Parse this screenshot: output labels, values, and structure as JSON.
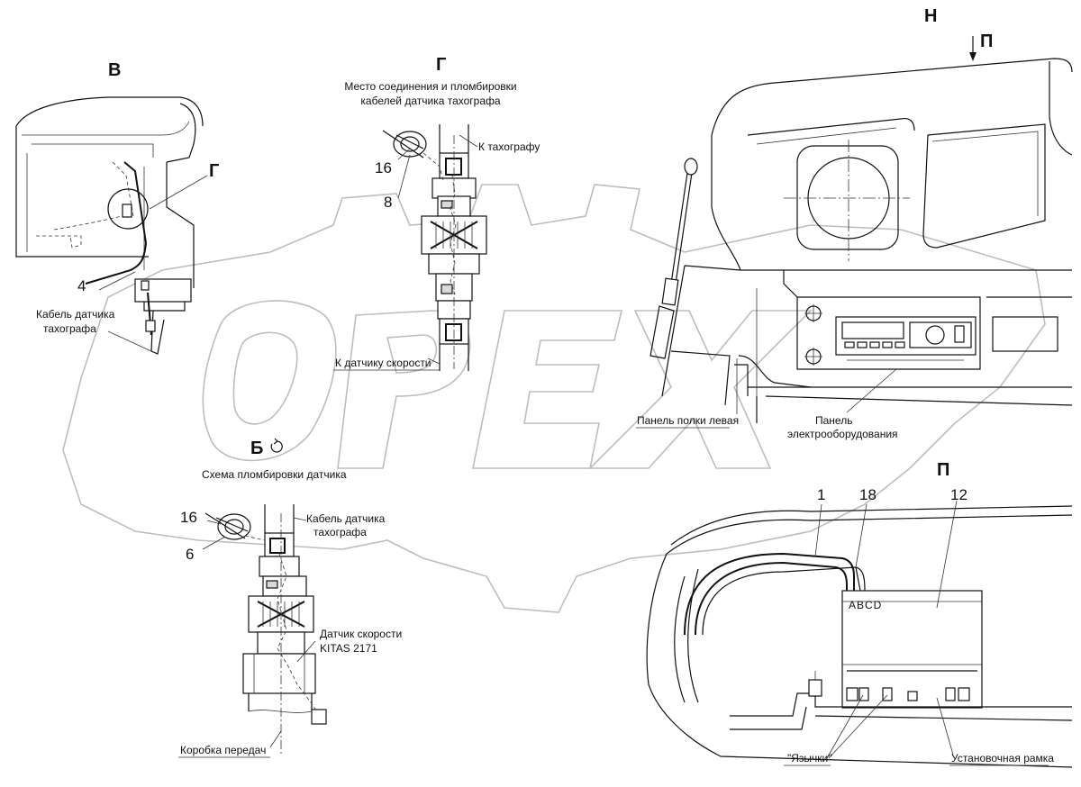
{
  "views": {
    "v": "В",
    "g": "Г",
    "n": "Н",
    "p_arrow": "П",
    "p": "П",
    "b": "Б"
  },
  "captions": {
    "g_title_line1": "Место соединения и пломбировки",
    "g_title_line2": "кабелей датчика тахографа",
    "to_tachograph": "К тахографу",
    "to_speed_sensor": "К датчику скорости",
    "cable_left_line1": "Кабель датчика",
    "cable_left_line2": "тахографа",
    "scheme": "Схема пломбировки датчика",
    "cable_b_line1": "Кабель датчика",
    "cable_b_line2": "тахографа",
    "speed_sensor_line1": "Датчик скорости",
    "speed_sensor_line2": "KITAS 2171",
    "gearbox": "Коробка передач",
    "shelf_panel_left": "Панель полки левая",
    "electrical_panel_line1": "Панель",
    "electrical_panel_line2": "электрооборудования",
    "tabs": "\"Язычки\"",
    "mount_frame": "Установочная рамка",
    "abcd": "ABCD"
  },
  "numbers": {
    "n4": "4",
    "n16_top": "16",
    "n8": "8",
    "n16_bottom": "16",
    "n6": "6",
    "n1": "1",
    "n18": "18",
    "n12": "12"
  },
  "watermark": {
    "text": "OPEX",
    "color": "#bdbdbd"
  }
}
